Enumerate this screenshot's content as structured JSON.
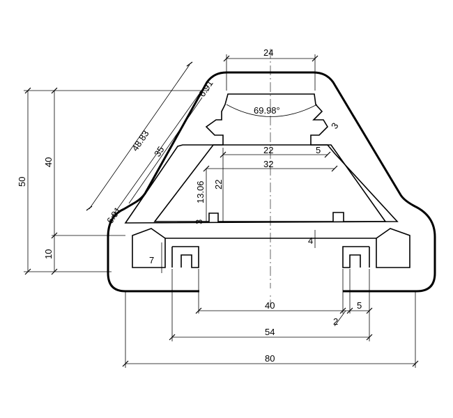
{
  "drawing": {
    "dimensions": {
      "top_width": "24",
      "angle": "69.98°",
      "slant_chamfer_top": "6.91",
      "slant_length": "48.83",
      "slant_inner": "35",
      "slant_chamfer_bottom": "6.91",
      "height_total": "50",
      "height_upper": "40",
      "height_base": "10",
      "small_right_3": "3",
      "slot_22": "22",
      "slot_5": "5",
      "span_32": "32",
      "height_13_06": "13.06",
      "height_22": "22",
      "left_3": "3",
      "right_4": "4",
      "left_7": "7",
      "bottom_40": "40",
      "bottom_2": "2",
      "bottom_5": "5",
      "bottom_54": "54",
      "overall_80": "80"
    }
  }
}
